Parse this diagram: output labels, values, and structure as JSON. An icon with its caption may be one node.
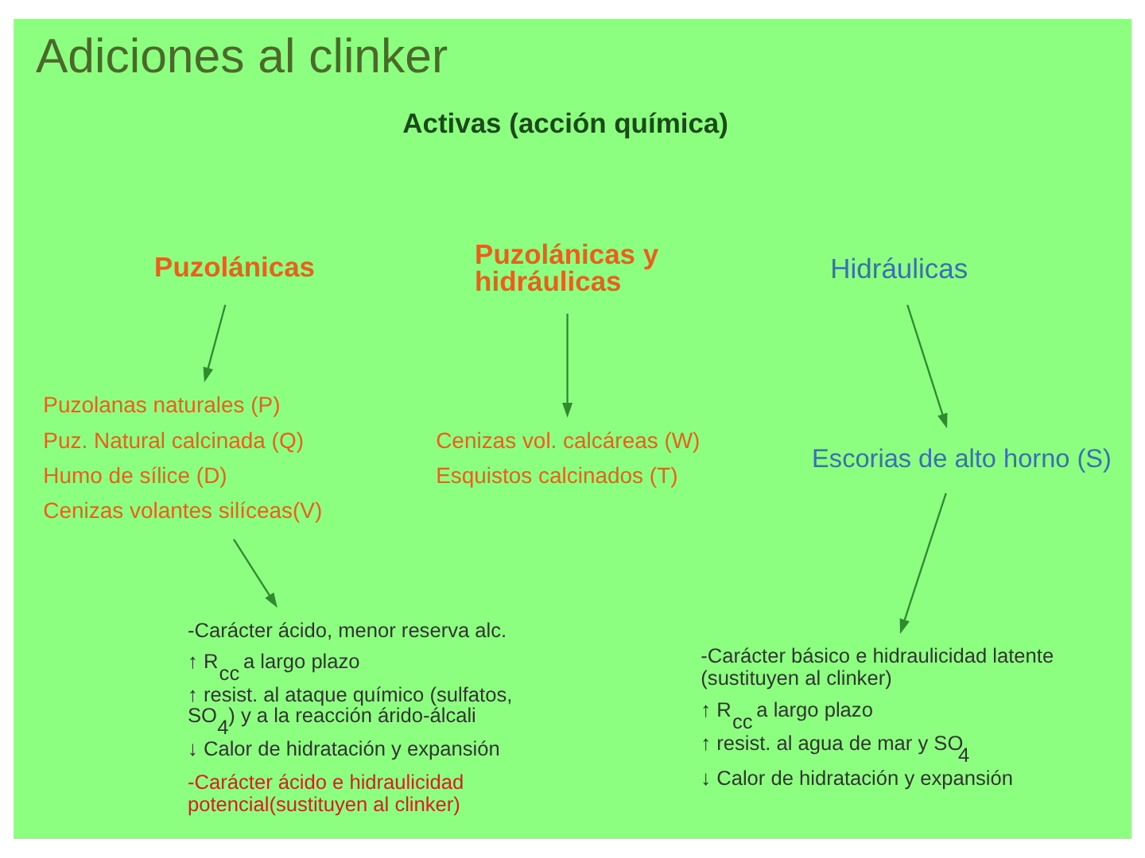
{
  "diagram": {
    "title": "Adiciones al clinker",
    "nodes": [
      {
        "text": [
          "Puzolánicas"
        ]
      },
      {
        "text": [
          "Puzolanas naturales (P)",
          "Puz. Natural calcinada (Q)",
          "Humo de sílice (D)",
          "Cenizas volantes silíceas(V)"
        ]
      },
      {
        "text": [
          "Puzolánicas y hidráulicas"
        ]
      },
      {
        "text": [
          "Cenizas vol. calcáreas (W)",
          "Esquistos calcinados (T)"
        ]
      },
      {
        "text": [
          "Hidráulicas"
        ]
      },
      {
        "text": [
          "Escorias de alto horno (S)"
        ]
      },
      {
        "text": [
          "-Carácter ácido, menor reserva alc.",
          "↑ R$_{cc}$ a largo plazo",
          "↑ resist. al ataque químico (sulfatos, SO$_{4}$) y a la reacción árido-álcali",
          "↓ Calor de hidratación y expansión",
          "-Carácter ácido e hidraulicidad potencial(sustituyen al clinker)"
        ]
      },
      {
        "text": [
          "-Carácter básico e hidraulicidad latente (sustituyen al clinker)",
          "↑ R$_{cc}$ a largo plazo",
          "↑ resist. al agua de mar y SO$_{4}$",
          "↓ Calor de hidratación y expansión"
        ]
      }
    ],
    "edges": [
      {
        "from": 0,
        "to": 1,
        "arrow": "to"
      },
      {
        "from": 1,
        "to": 6,
        "arrow": "to"
      },
      {
        "from": 2,
        "to": 3,
        "arrow": "to"
      },
      {
        "from": 4,
        "to": 5,
        "arrow": "to"
      },
      {
        "from": 5,
        "to": 7,
        "arrow": "to"
      }
    ],
    "labels": [
      "Activas (acción química)"
    ]
  }
}
